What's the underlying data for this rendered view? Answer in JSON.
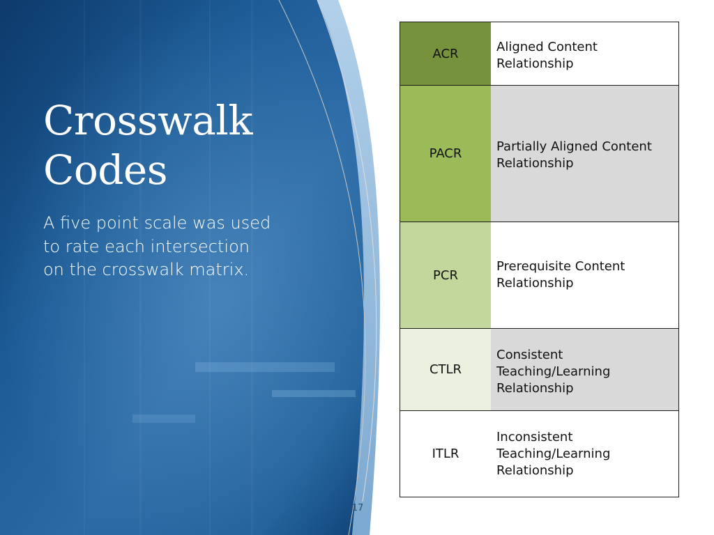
{
  "slide": {
    "title_line1": "Crosswalk",
    "title_line2": "Codes",
    "body": "A five point scale was used to rate each intersection on the crosswalk matrix.",
    "page_number": "17"
  },
  "codes": [
    {
      "code": "ACR",
      "description": "Aligned Content Relationship",
      "code_color": "#76923c",
      "desc_color": "#ffffff"
    },
    {
      "code": "PACR",
      "description": "Partially Aligned Content Relationship",
      "code_color": "#9bbb59",
      "desc_color": "#d9d9d9"
    },
    {
      "code": "PCR",
      "description": "Prerequisite Content Relationship",
      "code_color": "#c3d69b",
      "desc_color": "#ffffff"
    },
    {
      "code": "CTLR",
      "description": "Consistent Teaching/Learning Relationship",
      "code_color": "#ebf1de",
      "desc_color": "#d9d9d9"
    },
    {
      "code": "ITLR",
      "description": "Inconsistent Teaching/Learning Relationship",
      "code_color": "#ffffff",
      "desc_color": "#ffffff"
    }
  ],
  "colors": {
    "panel_dark": "#0e3c6e",
    "panel_mid": "#2467a3",
    "panel_light": "#5b93c7",
    "accent_stripe": "#7fb0d8"
  }
}
